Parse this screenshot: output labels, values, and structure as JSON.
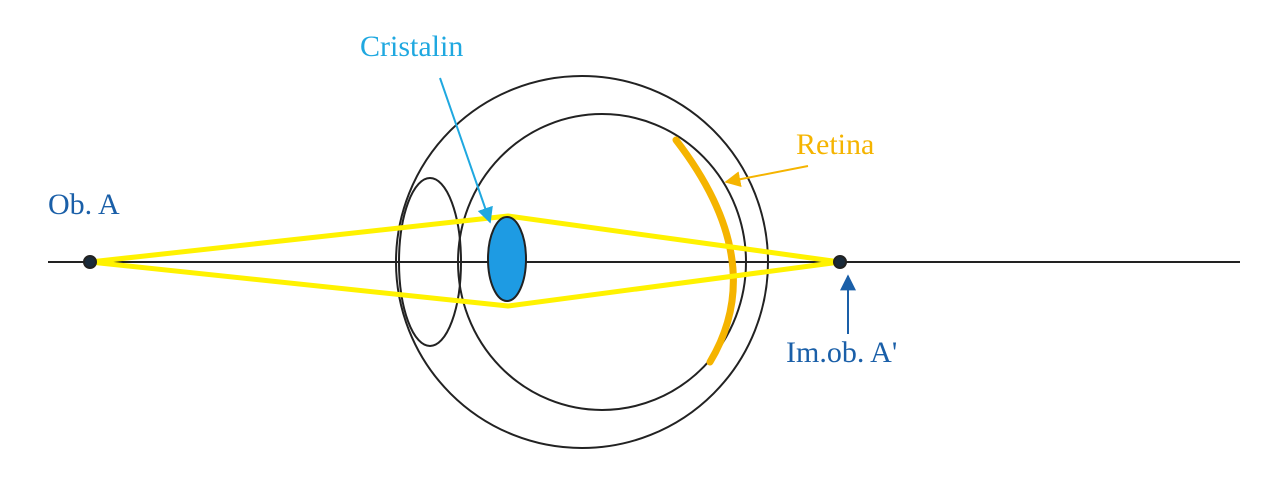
{
  "labels": {
    "lens": "Cristalin",
    "retina": "Retina",
    "object": "Ob. A",
    "image": "Im.ob. A'"
  },
  "colors": {
    "lens_label": "#1FA8E0",
    "lens_fill": "#1E9BE3",
    "retina": "#F5B400",
    "rays": "#FFF200",
    "blue_text": "#1A5FA8",
    "outline": "#222222"
  }
}
